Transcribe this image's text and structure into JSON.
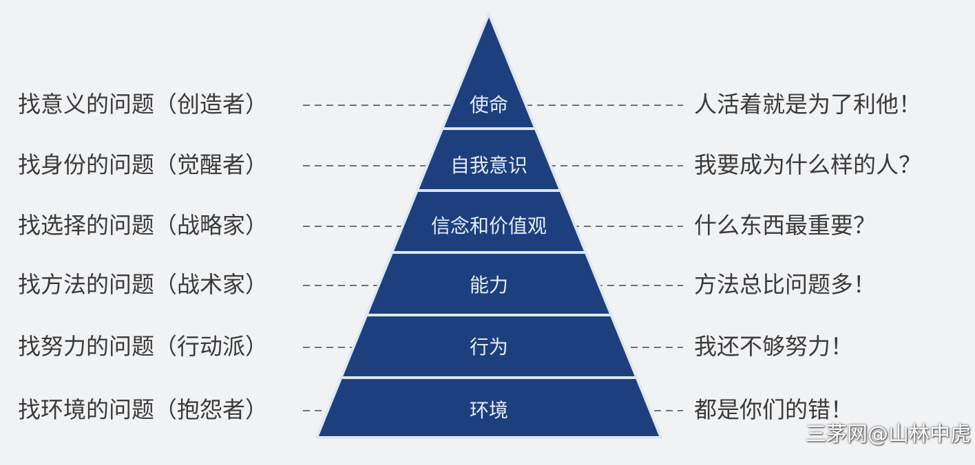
{
  "levels": [
    {
      "pyramid": "使命",
      "left": "找意义的问题（创造者）",
      "right": "人活着就是为了利他！"
    },
    {
      "pyramid": "自我意识",
      "left": "找身份的问题（觉醒者）",
      "right": "我要成为什么样的人？"
    },
    {
      "pyramid": "信念和价值观",
      "left": "找选择的问题（战略家）",
      "right": "什么东西最重要？"
    },
    {
      "pyramid": "能力",
      "left": "找方法的问题（战术家）",
      "right": "方法总比问题多！"
    },
    {
      "pyramid": "行为",
      "left": "找努力的问题（行动派）",
      "right": "我还不够努力！"
    },
    {
      "pyramid": "环境",
      "left": "找环境的问题（抱怨者）",
      "right": "都是你们的错！"
    }
  ],
  "watermark": "三茅网@山林中虎",
  "colors": {
    "pyramid": "#1d3f7e",
    "edge": "#dde8f2",
    "text": "#3a3a3a"
  }
}
